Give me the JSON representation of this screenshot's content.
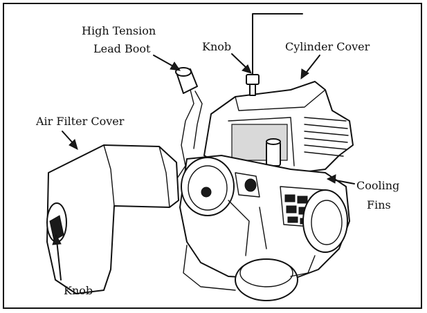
{
  "labels": {
    "high_tension_line1": "High Tension",
    "high_tension_line2": "Lead Boot",
    "knob_top": "Knob",
    "cylinder_cover": "Cylinder Cover",
    "air_filter_cover": "Air Filter Cover",
    "cooling_line1": "Cooling",
    "cooling_line2": "Fins",
    "knob_bottom": "Knob"
  }
}
